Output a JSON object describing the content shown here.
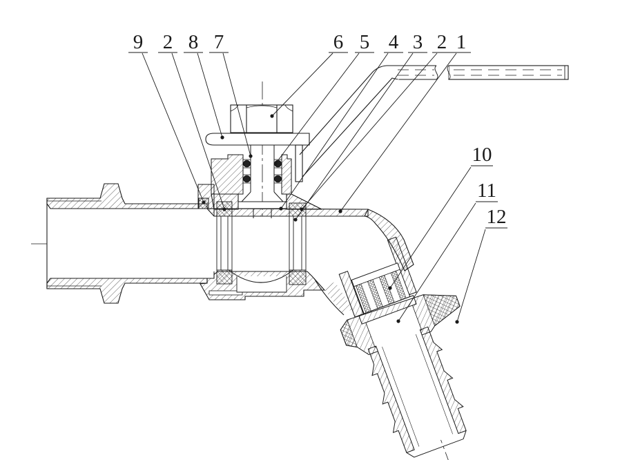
{
  "colors": {
    "line": "#1a1a1a",
    "background": "#ffffff"
  },
  "callouts": {
    "top": [
      {
        "text": "9"
      },
      {
        "text": "2"
      },
      {
        "text": "8"
      },
      {
        "text": "7"
      },
      {
        "text": "6"
      },
      {
        "text": "5"
      },
      {
        "text": "4"
      },
      {
        "text": "3"
      },
      {
        "text": "2"
      },
      {
        "text": "1"
      }
    ],
    "right": [
      {
        "text": "10"
      },
      {
        "text": "11"
      },
      {
        "text": "12"
      }
    ]
  }
}
